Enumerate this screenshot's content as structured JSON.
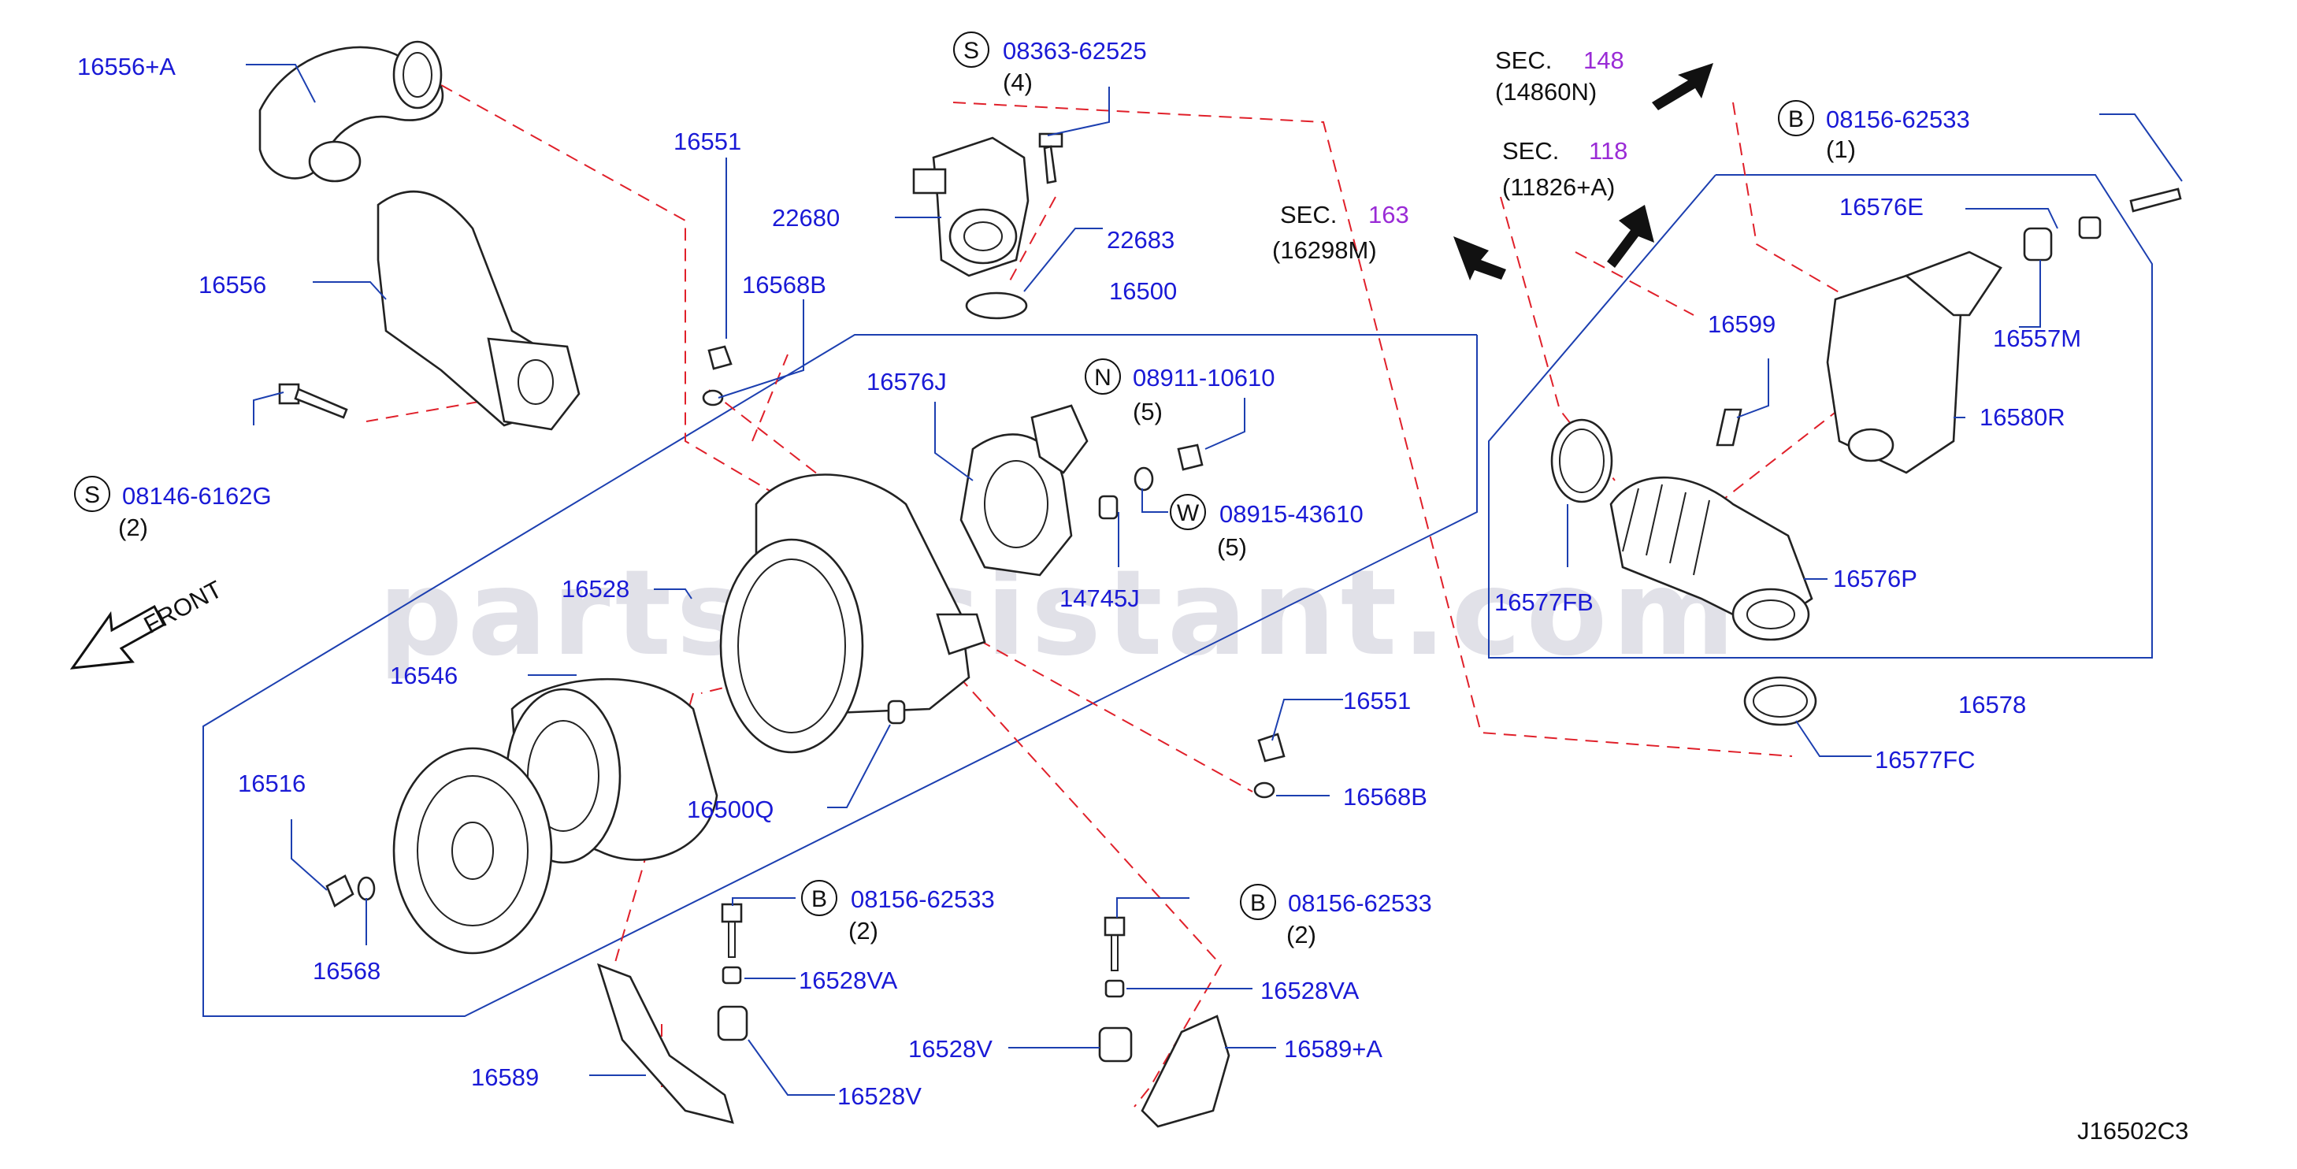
{
  "watermark": "partsassistant.com",
  "diagram_code": "J16502C3",
  "front_label": "FRONT",
  "sections": [
    {
      "prefix": "SEC.",
      "number": "148",
      "code": "(14860N)"
    },
    {
      "prefix": "SEC.",
      "number": "118",
      "code": "(11826+A)"
    },
    {
      "prefix": "SEC.",
      "number": "163",
      "code": "(16298M)"
    }
  ],
  "callouts": [
    {
      "symbol": "S",
      "part": "08363-62525",
      "qty": "(4)"
    },
    {
      "symbol": "B",
      "part": "08156-62533",
      "qty": "(1)"
    },
    {
      "symbol": "N",
      "part": "08911-10610",
      "qty": "(5)"
    },
    {
      "symbol": "W",
      "part": "08915-43610",
      "qty": "(5)"
    },
    {
      "symbol": "S",
      "part": "08146-6162G",
      "qty": "(2)"
    },
    {
      "symbol": "B",
      "part": "08156-62533",
      "qty": "(2)"
    },
    {
      "symbol": "B",
      "part": "08156-62533",
      "qty": "(2)"
    }
  ],
  "labels": {
    "p16556a": "16556+A",
    "p16556": "16556",
    "p16551a": "16551",
    "p16568b_a": "16568B",
    "p22680": "22680",
    "p22683": "22683",
    "p16500": "16500",
    "p16576j": "16576J",
    "p16528": "16528",
    "p16546": "16546",
    "p16516": "16516",
    "p16568": "16568",
    "p16500q": "16500Q",
    "p14745j": "14745J",
    "p16551b": "16551",
    "p16568b_b": "16568B",
    "p16528va_a": "16528VA",
    "p16528va_b": "16528VA",
    "p16589": "16589",
    "p16528v_a": "16528V",
    "p16528v_b": "16528V",
    "p16589a": "16589+A",
    "p16576e": "16576E",
    "p16557m": "16557M",
    "p16599": "16599",
    "p16580r": "16580R",
    "p16577fb": "16577FB",
    "p16576p": "16576P",
    "p16578": "16578",
    "p16577fc": "16577FC"
  },
  "colors": {
    "part_number_text": "#1a1ad6",
    "section_number_text": "#9a2bd6",
    "leader_lines": "#1c3fb0",
    "dashed_lines": "#e0202a",
    "line_art": "#222222"
  }
}
